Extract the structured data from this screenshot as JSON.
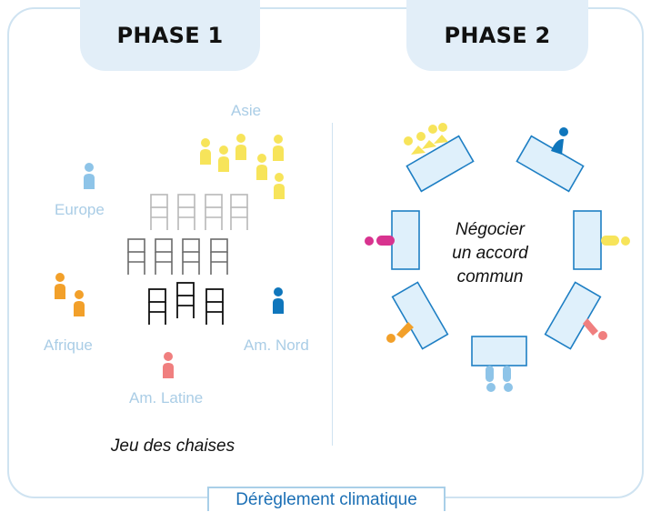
{
  "phases": {
    "phase1": "PHASE 1",
    "phase2": "PHASE 2"
  },
  "regions": {
    "asie": "Asie",
    "europe": "Europe",
    "afrique": "Afrique",
    "am_nord": "Am. Nord",
    "am_latine": "Am. Latine"
  },
  "phase1_caption": "Jeu des chaises",
  "phase2_center": [
    "Négocier",
    "un accord",
    "commun"
  ],
  "bottom_label": "Dérèglement climatique",
  "colors": {
    "asie": "#f7e45a",
    "europe": "#8ec4e8",
    "afrique": "#f2a02a",
    "am_nord": "#0f76bc",
    "am_latine": "#f07f7f",
    "magenta": "#d8338f",
    "table_fill": "#dff0fb",
    "table_stroke": "#1e7fc4",
    "frame": "#cfe3f1"
  }
}
